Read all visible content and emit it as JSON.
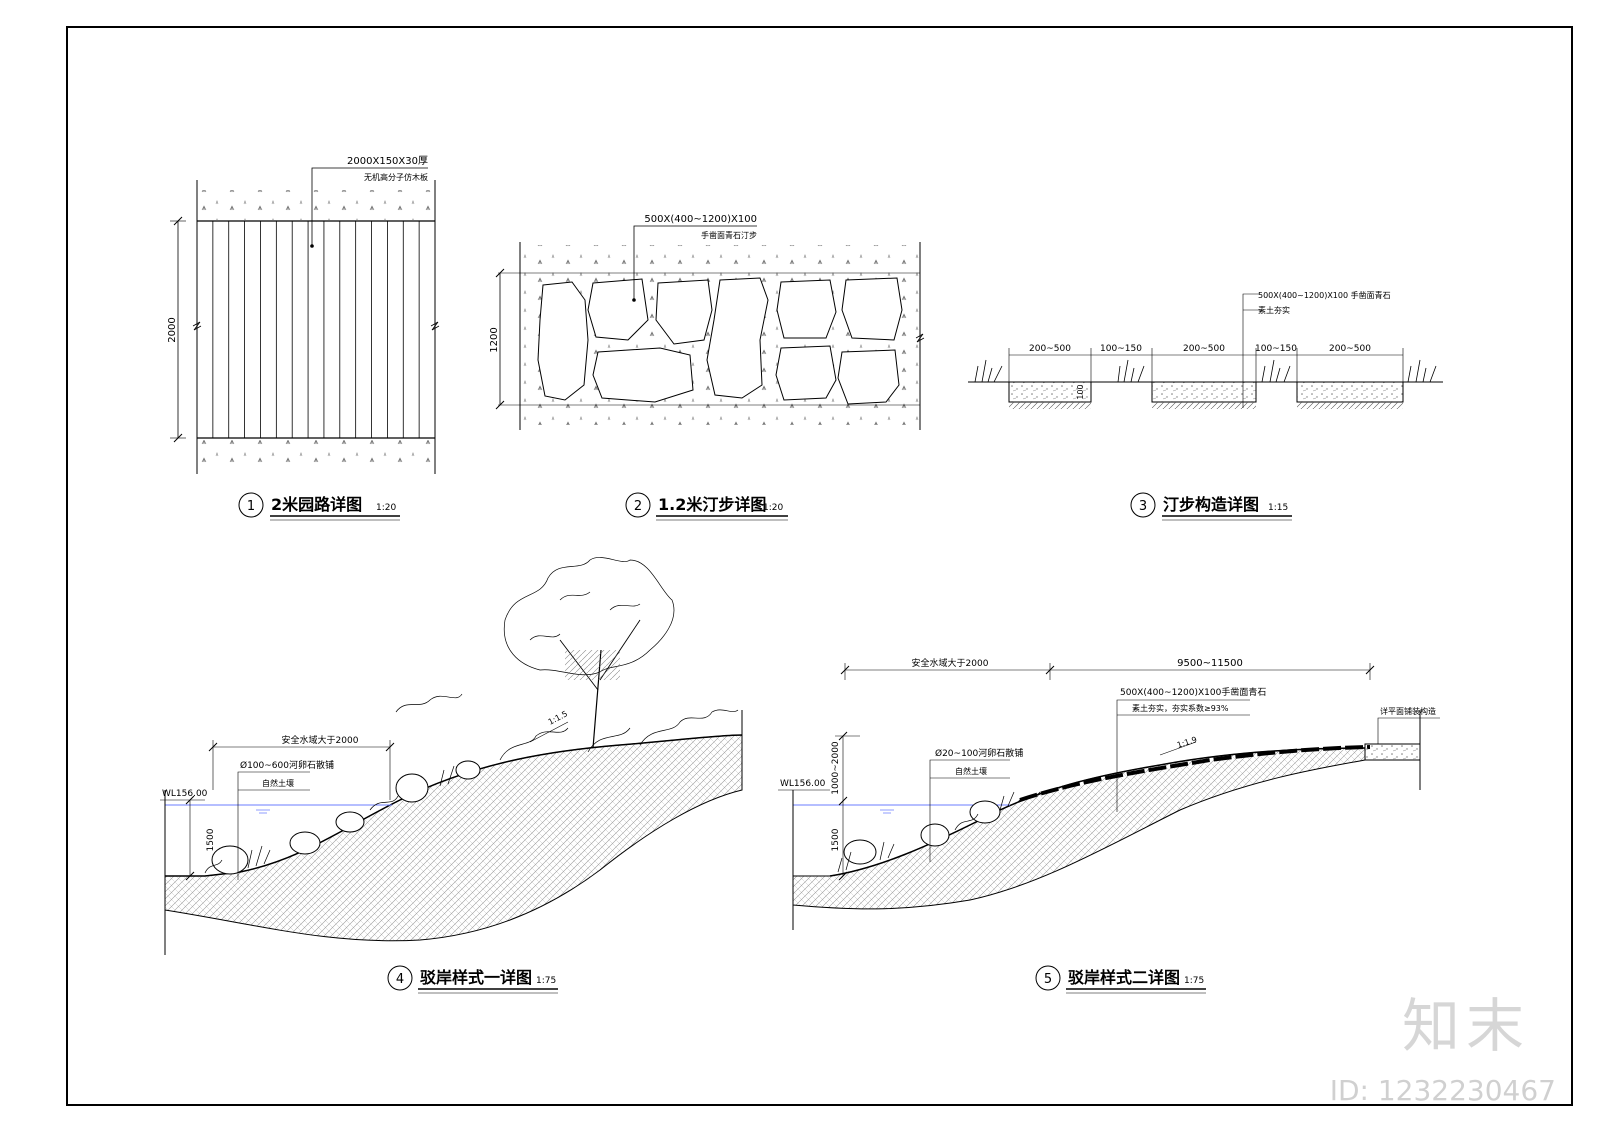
{
  "views": [
    {
      "num": "1",
      "title": "2米园路详图",
      "scale": "1:20"
    },
    {
      "num": "2",
      "title": "1.2米汀步详图",
      "scale": "1:20"
    },
    {
      "num": "3",
      "title": "汀步构造详图",
      "scale": "1:15"
    },
    {
      "num": "4",
      "title": "驳岸样式一详图",
      "scale": "1:75"
    },
    {
      "num": "5",
      "title": "驳岸样式二详图",
      "scale": "1:75"
    }
  ],
  "view1": {
    "spec": "2000X150X30厚",
    "material": "无机高分子仿木板",
    "dim_height": "2000"
  },
  "view2": {
    "spec": "500X(400~1200)X100",
    "material": "手凿面青石汀步",
    "dim_height": "1200"
  },
  "view3": {
    "spec": "500X(400~1200)X100 手凿面青石",
    "base": "素土夯实",
    "dims": [
      "200~500",
      "100~150",
      "200~500",
      "100~150",
      "200~500"
    ],
    "thickness": "100"
  },
  "view4": {
    "safe_zone": "安全水域大于2000",
    "stone": "Ø100~600河卵石散铺",
    "soil": "自然土壤",
    "water_level": "WL156.00",
    "depth": "1500",
    "slope": "1:1.5"
  },
  "view5": {
    "safe_zone": "安全水域大于2000",
    "width_range": "9500~11500",
    "stone": "500X(400~1200)X100手凿面青石",
    "base": "素土夯实，夯实系数≥93%",
    "pebble": "Ø20~100河卵石散铺",
    "soil": "自然土壤",
    "water_level": "WL156.00",
    "depth_upper": "1000~2000",
    "depth_lower": "1500",
    "slope": "1:1.9",
    "edge_note": "详平面铺装构造"
  },
  "watermark": {
    "logo": "知末",
    "id": "ID: 1232230467"
  }
}
